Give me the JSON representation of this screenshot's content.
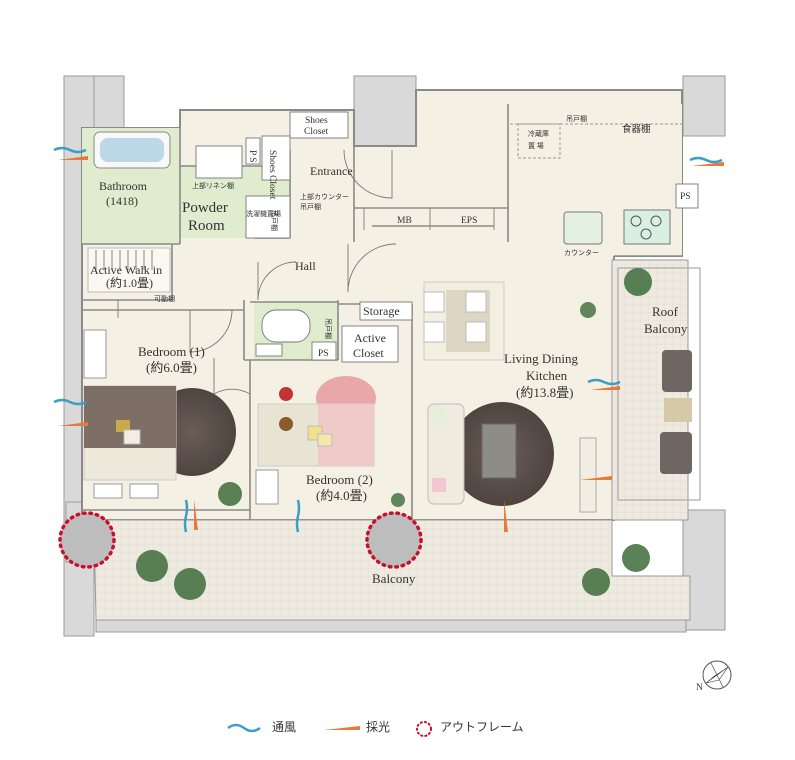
{
  "rooms": {
    "bathroom": {
      "name": "Bathroom",
      "size": "(1418)"
    },
    "powder_room": {
      "line1": "Powder",
      "line2": "Room"
    },
    "shoes_closet_top": {
      "line1": "Shoes",
      "line2": "Closet"
    },
    "shoes_closet_side": "Shoes Closet",
    "ps_top": "P S",
    "entrance": "Entrance",
    "linen_shelf": "上部リネン棚",
    "counter_shelf_line1": "上部カウンター",
    "counter_shelf_line2": "吊戸棚",
    "washer_place": "洗濯機置場",
    "hanging_shelf_small": "吊戸棚",
    "mb": "MB",
    "eps": "EPS",
    "hall": "Hall",
    "walk_in": {
      "line1": "Active Walk in",
      "line2": "(約1.0畳)"
    },
    "movable_shelf": "可動棚",
    "storage": "Storage",
    "toilet_shelf": "吊戸棚",
    "ps_toilet": "PS",
    "active_closet": {
      "line1": "Active",
      "line2": "Closet"
    },
    "bedroom1": {
      "name": "Bedroom (1)",
      "size": "(約6.0畳)"
    },
    "bedroom2": {
      "name": "Bedroom (2)",
      "size": "(約4.0畳)"
    },
    "ldk": {
      "line1": "Living Dining",
      "line2": "Kitchen",
      "line3": "(約13.8畳)"
    },
    "fridge": {
      "line1": "冷蔵庫",
      "line2": "置 場"
    },
    "kitchen_hanging_shelf": "吊戸棚",
    "dish_shelf": "食器棚",
    "ps_kitchen": "PS",
    "counter": "カウンター",
    "roof_balcony": {
      "line1": "Roof",
      "line2": "Balcony"
    },
    "balcony": "Balcony"
  },
  "compass": {
    "letter": "N"
  },
  "legend": {
    "ventilation": "通風",
    "daylight": "採光",
    "outframe": "アウトフレーム"
  },
  "colors": {
    "ventilation": "#3a9fc4",
    "daylight": "#e8783c",
    "outframe": "#c8102e",
    "wet_area": "#dfeccd",
    "floor": "#f5f0e4",
    "wall": "#d9d9d9"
  }
}
